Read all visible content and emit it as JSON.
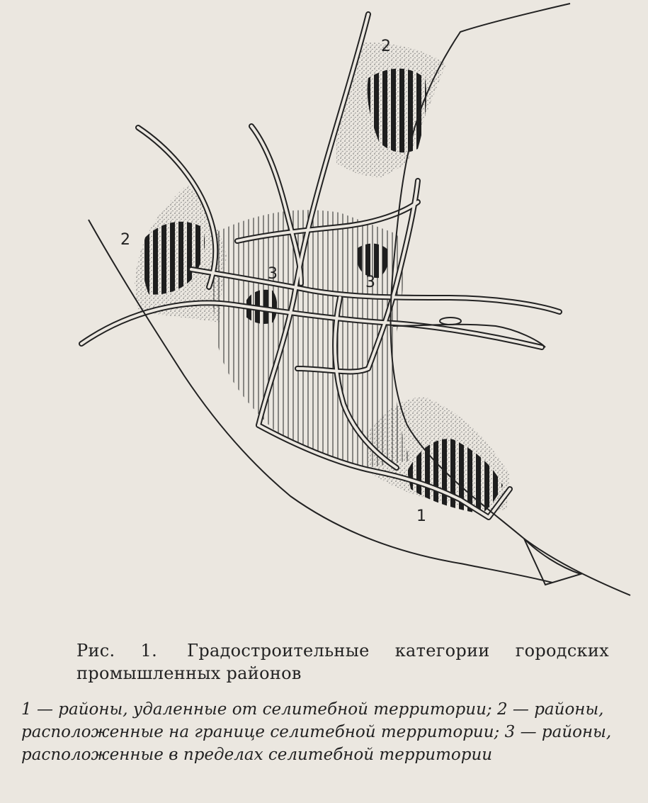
{
  "figure": {
    "number": "Рис. 1.",
    "title": "Градостроительные категории городских промышленных районов"
  },
  "legend": [
    {
      "key": "1",
      "text": "1 — районы, удаленные от селитебной территории;"
    },
    {
      "key": "2",
      "text": "2 — районы, расположенные на границе селитебной территории;"
    },
    {
      "key": "3",
      "text": "3 — районы, расположенные в пределах селитебной территории"
    }
  ],
  "map_labels": {
    "label_1": "1",
    "label_2_top": "2",
    "label_2_left": "2",
    "label_3_left": "3",
    "label_3_right": "3"
  },
  "colors": {
    "paper": "#ebe7e0",
    "ink": "#222222",
    "hatch": "#333333",
    "stipple": "#6a6a6a"
  }
}
